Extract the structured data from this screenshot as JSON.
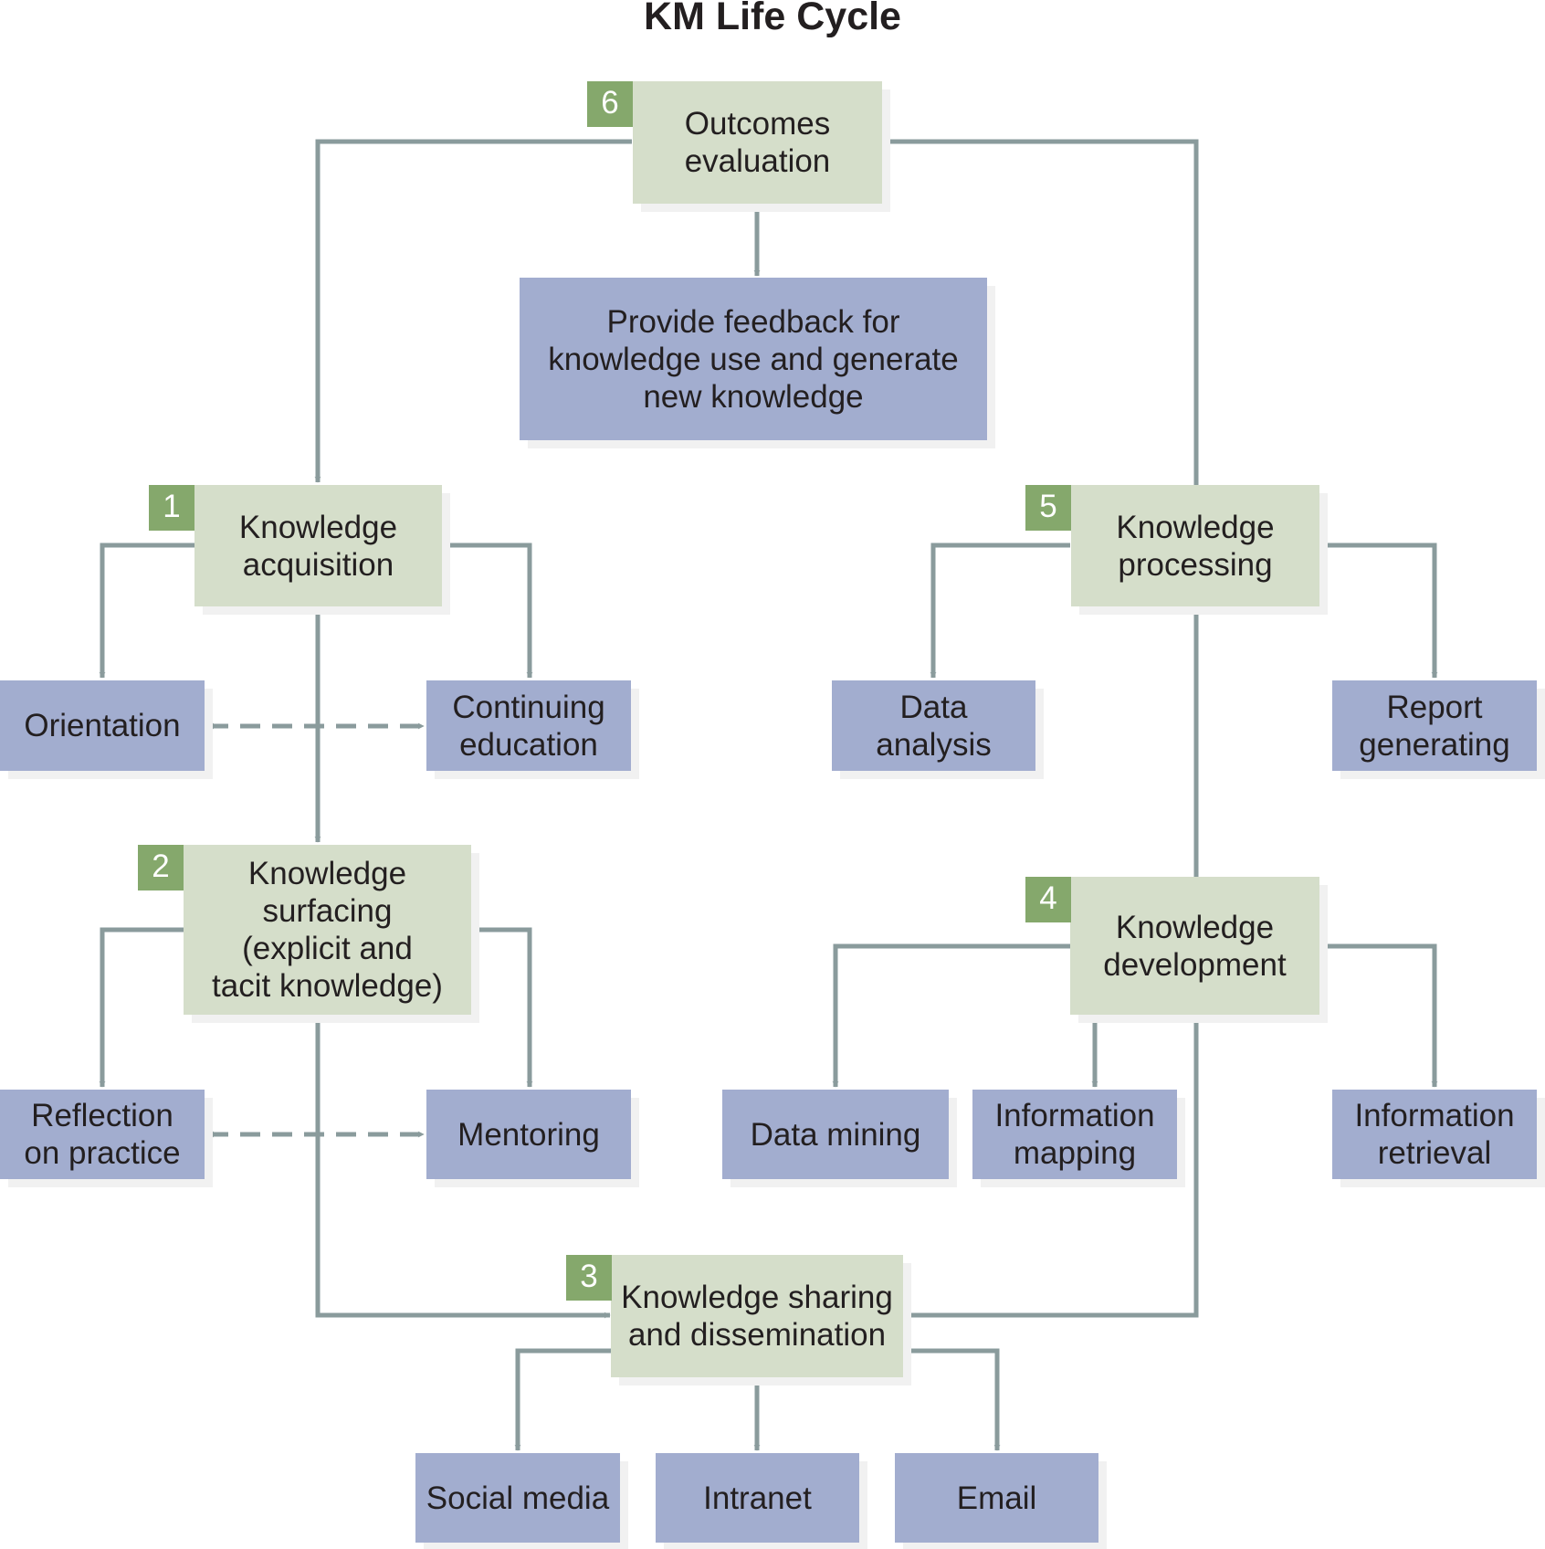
{
  "title": "KM Life Cycle",
  "stages": [
    {
      "number": "1",
      "label": "Knowledge\nacquisition"
    },
    {
      "number": "2",
      "label": "Knowledge\nsurfacing\n(explicit and\ntacit knowledge)"
    },
    {
      "number": "3",
      "label": "Knowledge sharing\nand dissemination"
    },
    {
      "number": "4",
      "label": "Knowledge\ndevelopment"
    },
    {
      "number": "5",
      "label": "Knowledge\nprocessing"
    },
    {
      "number": "6",
      "label": "Outcomes\nevaluation"
    }
  ],
  "activities": {
    "feedback": "Provide feedback for\nknowledge use and generate\nnew knowledge",
    "orientation": "Orientation",
    "continuing_education": "Continuing\neducation",
    "reflection": "Reflection\non practice",
    "mentoring": "Mentoring",
    "social_media": "Social media",
    "intranet": "Intranet",
    "email": "Email",
    "data_mining": "Data mining",
    "information_mapping": "Information\nmapping",
    "information_retrieval": "Information\nretrieval",
    "data_analysis": "Data\nanalysis",
    "report_generating": "Report\ngenerating"
  },
  "colors": {
    "stage_fill": "#d5deca",
    "activity_fill": "#a2adcf",
    "badge_fill": "#85a86c",
    "connector": "#8a9b9c"
  }
}
